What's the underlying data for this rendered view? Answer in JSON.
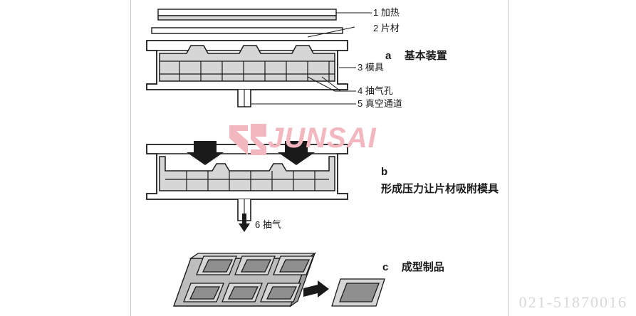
{
  "diagram": {
    "title_hidden": "",
    "callouts": [
      {
        "id": "1",
        "text": "1 加热"
      },
      {
        "id": "2",
        "text": "2 片材"
      },
      {
        "id": "3",
        "text": "3 模具"
      },
      {
        "id": "4",
        "text": "4 抽气孔"
      },
      {
        "id": "5",
        "text": "5 真空通道"
      },
      {
        "id": "6",
        "text": "6 抽气"
      }
    ],
    "stages": [
      {
        "key": "a",
        "letter": "a",
        "caption": "基本装置"
      },
      {
        "key": "b",
        "letter": "b",
        "caption": "形成压力让片材吸附模具"
      },
      {
        "key": "c",
        "letter": "c",
        "caption": "成型制品"
      }
    ]
  },
  "watermark": {
    "brand": "JUNSAI",
    "logo_icon": "junsai-logo-icon"
  },
  "footer": {
    "phone": "021-51870016"
  },
  "colors": {
    "line": "#1a1a1a",
    "fill_light": "#ffffff",
    "fill_gray": "#d6d6d6",
    "fill_dark": "#8f8f8f",
    "watermark_pink": "#f3b7c0",
    "phone_gray": "#d8d8d8"
  }
}
